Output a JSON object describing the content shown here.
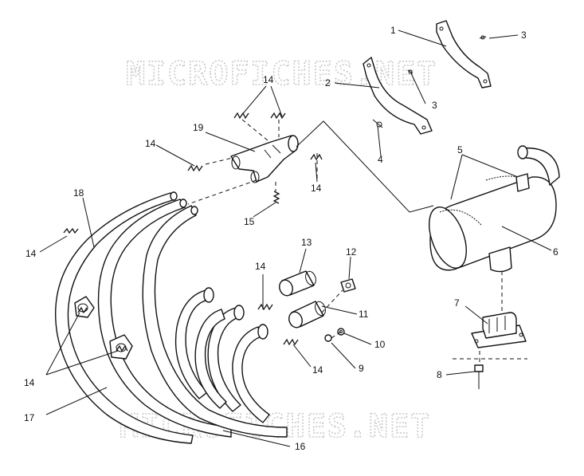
{
  "watermark": {
    "top": "MICROFICHES.NET",
    "bottom": "MICROFICHES.NET"
  },
  "callouts": {
    "c1": "1",
    "c2": "2",
    "c3a": "3",
    "c3b": "3",
    "c4": "4",
    "c5": "5",
    "c6": "6",
    "c7": "7",
    "c8": "8",
    "c9": "9",
    "c10": "10",
    "c11": "11",
    "c12": "12",
    "c13": "13",
    "c14_top": "14",
    "c14_left19": "14",
    "c14_right19": "14",
    "c14_far_left": "14",
    "c14_mid": "14",
    "c14_low_left": "14",
    "c14_low_right": "14",
    "c15": "15",
    "c16": "16",
    "c17": "17",
    "c18": "18",
    "c19": "19"
  }
}
